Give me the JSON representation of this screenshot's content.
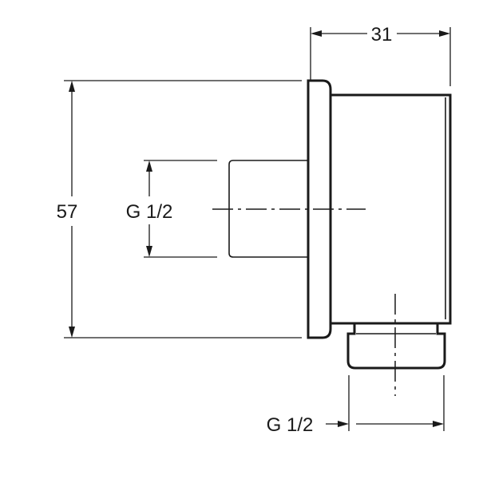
{
  "dimensions": {
    "width": "31",
    "height": "57",
    "inlet_thread": "G 1/2",
    "outlet_thread": "G 1/2"
  },
  "colors": {
    "line": "#1a1a1a",
    "background": "#ffffff"
  }
}
